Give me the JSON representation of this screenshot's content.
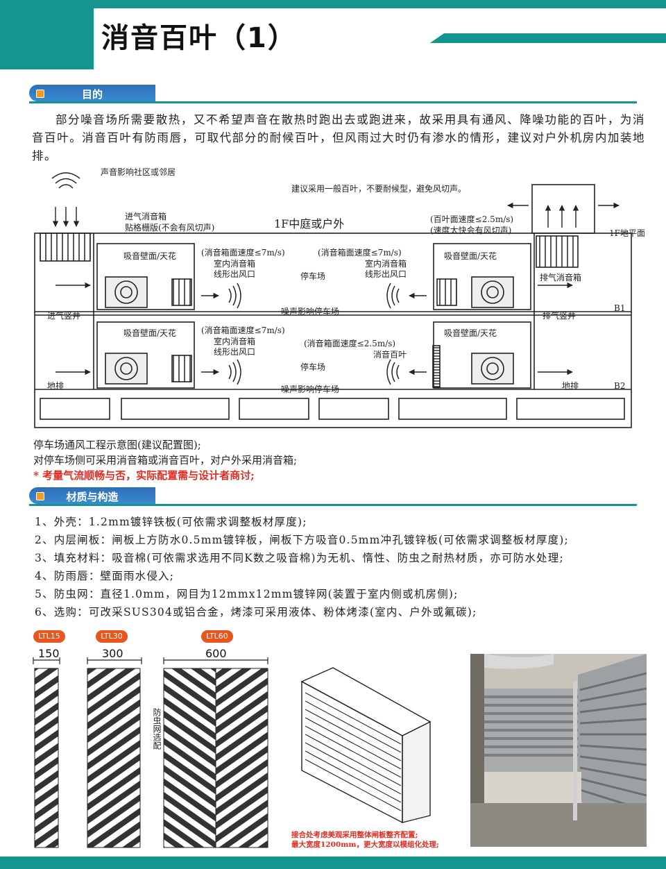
{
  "header": {
    "title": "消音百叶（1）"
  },
  "section1": {
    "label": "目的",
    "paragraph": "部分噪音场所需要散热，又不希望声音在散热时跑出去或跑进来，故采用具有通风、降噪功能的百叶，为消音百叶。消音百叶有防雨唇，可取代部分的耐候百叶，但风雨过大时仍有渗水的情形，建议对户外机房内加装地排。"
  },
  "diagram": {
    "community": "声音影响社区或邻居",
    "inlet_box": "进气消音箱",
    "inlet_grille": "贴格栅版(不会有风切声)",
    "courtyard": "1F中庭或户外",
    "suggest": "建议采用一般百叶，不要耐候型，避免风切声。",
    "louver_speed1": "(百叶面速度≤2.5m/s)",
    "louver_speed2": "(速度太快会有风切声)",
    "ground": "1F地平面",
    "wall_ceiling": "吸音壁面/天花",
    "box_speed7": "(消音箱面速度≤7m/s)",
    "indoor_box": "室内消音箱",
    "linear_outlet": "线形出风口",
    "parking": "停车场",
    "parking_noise": "噪声影响停车场",
    "exhaust_box": "排气消音箱",
    "inlet_shaft": "进气竖井",
    "exhaust_shaft": "排气竖井",
    "drain": "地排",
    "box_speed25": "(消音箱面速度≤2.5m/s)",
    "silencer_louver": "消音百叶",
    "b1": "B1",
    "b2": "B2"
  },
  "notes": {
    "line1": "停车场通风工程示意图(建议配置图);",
    "line2": "对停车场侧可采用消音箱或消音百叶，对户外采用消音箱;",
    "line3": "* 考量气流顺畅与否，实际配置需与设计者商讨;"
  },
  "section2": {
    "label": "材质与构造",
    "specs": [
      "1、外壳：1.2mm镀锌铁板(可依需求调整板材厚度);",
      "2、内层闸板：闸板上方防水0.5mm镀锌板，闸板下方吸音0.5mm冲孔镀锌板(可依需求调整板材厚度);",
      "3、填充材料：吸音棉(可依需求选用不同K数之吸音棉)为无机、惰性、防虫之耐热材质，亦可防水处理;",
      "4、防雨唇：壁面雨水侵入;",
      "5、防虫网：直径1.0mm，网目为12mmx12mm镀锌网(装置于室内侧或机房侧);",
      "6、选购：可改采SUS304或铝合金，烤漆可采用液体、粉体烤漆(室内、户外或氟碳);"
    ]
  },
  "models": [
    {
      "badge": "LTL15",
      "dim": "150"
    },
    {
      "badge": "LTL30",
      "dim": "300"
    },
    {
      "badge": "LTL60",
      "dim": "600"
    }
  ],
  "insect_net_label": "防虫网选配",
  "caption": {
    "line1": "接合处考虑美观采用整体闸板整齐配置;",
    "line2": "最大宽度1200mm，更大宽度以模组化处理;"
  },
  "colors": {
    "teal": "#15958f",
    "blue": "#2d6fb7",
    "red": "#e02b20",
    "badge": "#e8551f"
  }
}
